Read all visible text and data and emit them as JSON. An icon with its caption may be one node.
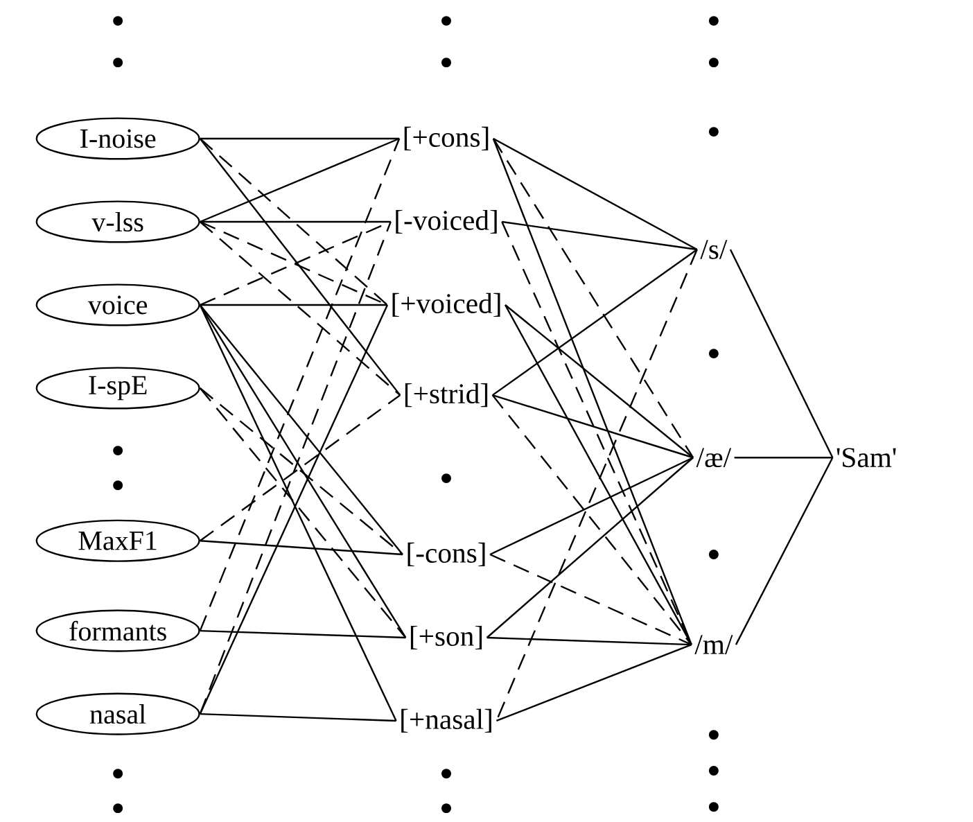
{
  "diagram": {
    "nodes": [
      {
        "text": [
          "I-noise"
        ]
      },
      {
        "text": [
          "v-lss"
        ]
      },
      {
        "text": [
          "voice"
        ]
      },
      {
        "text": [
          "I-spE"
        ]
      },
      {
        "text": [
          "MaxF1"
        ]
      },
      {
        "text": [
          "formants"
        ]
      },
      {
        "text": [
          "nasal"
        ]
      },
      {
        "text": [
          "[+cons]"
        ]
      },
      {
        "text": [
          "[-voiced]"
        ]
      },
      {
        "text": [
          "[+voiced]"
        ]
      },
      {
        "text": [
          "[+strid]"
        ]
      },
      {
        "text": [
          "[-cons]"
        ]
      },
      {
        "text": [
          "[+son]"
        ]
      },
      {
        "text": [
          "[+nasal]"
        ]
      },
      {
        "text": [
          "/s/"
        ]
      },
      {
        "text": [
          "/æ/"
        ]
      },
      {
        "text": [
          "/m/"
        ]
      },
      {
        "text": [
          "'Sam'"
        ]
      }
    ],
    "edges": [
      {
        "from": 0,
        "to": 7,
        "arrow": "none"
      },
      {
        "from": 1,
        "to": 7,
        "arrow": "none"
      },
      {
        "from": 1,
        "to": 8,
        "arrow": "none"
      },
      {
        "from": 2,
        "to": 9,
        "arrow": "none"
      },
      {
        "from": 0,
        "to": 10,
        "arrow": "none"
      },
      {
        "from": 2,
        "to": 11,
        "arrow": "none"
      },
      {
        "from": 2,
        "to": 12,
        "arrow": "none"
      },
      {
        "from": 2,
        "to": 13,
        "arrow": "none"
      },
      {
        "from": 4,
        "to": 11,
        "arrow": "none"
      },
      {
        "from": 5,
        "to": 12,
        "arrow": "none"
      },
      {
        "from": 6,
        "to": 13,
        "arrow": "none"
      },
      {
        "from": 6,
        "to": 9,
        "arrow": "none"
      },
      {
        "from": 0,
        "to": 9,
        "arrow": "none",
        "style": "dashed"
      },
      {
        "from": 1,
        "to": 9,
        "arrow": "none",
        "style": "dashed"
      },
      {
        "from": 1,
        "to": 10,
        "arrow": "none",
        "style": "dashed"
      },
      {
        "from": 2,
        "to": 8,
        "arrow": "none",
        "style": "dashed"
      },
      {
        "from": 3,
        "to": 12,
        "arrow": "none",
        "style": "dashed"
      },
      {
        "from": 3,
        "to": 11,
        "arrow": "none",
        "style": "dashed"
      },
      {
        "from": 4,
        "to": 10,
        "arrow": "none",
        "style": "dashed"
      },
      {
        "from": 5,
        "to": 7,
        "arrow": "none",
        "style": "dashed"
      },
      {
        "from": 6,
        "to": 8,
        "arrow": "none",
        "style": "dashed"
      },
      {
        "from": 7,
        "to": 14,
        "arrow": "none"
      },
      {
        "from": 8,
        "to": 14,
        "arrow": "none"
      },
      {
        "from": 7,
        "to": 16,
        "arrow": "none"
      },
      {
        "from": 9,
        "to": 16,
        "arrow": "none"
      },
      {
        "from": 9,
        "to": 15,
        "arrow": "none"
      },
      {
        "from": 10,
        "to": 14,
        "arrow": "none"
      },
      {
        "from": 10,
        "to": 15,
        "arrow": "none"
      },
      {
        "from": 11,
        "to": 15,
        "arrow": "none"
      },
      {
        "from": 12,
        "to": 16,
        "arrow": "none"
      },
      {
        "from": 12,
        "to": 15,
        "arrow": "none"
      },
      {
        "from": 13,
        "to": 16,
        "arrow": "none"
      },
      {
        "from": 7,
        "to": 15,
        "arrow": "none",
        "style": "dashed"
      },
      {
        "from": 11,
        "to": 16,
        "arrow": "none",
        "style": "dashed"
      },
      {
        "from": 14,
        "to": 13,
        "arrow": "none",
        "style": "dashed"
      },
      {
        "from": 10,
        "to": 16,
        "arrow": "none",
        "style": "dashed"
      },
      {
        "from": 8,
        "to": 16,
        "arrow": "none",
        "style": "dashed"
      },
      {
        "from": 14,
        "to": 17,
        "arrow": "none"
      },
      {
        "from": 15,
        "to": 17,
        "arrow": "none"
      },
      {
        "from": 16,
        "to": 17,
        "arrow": "none"
      }
    ]
  }
}
